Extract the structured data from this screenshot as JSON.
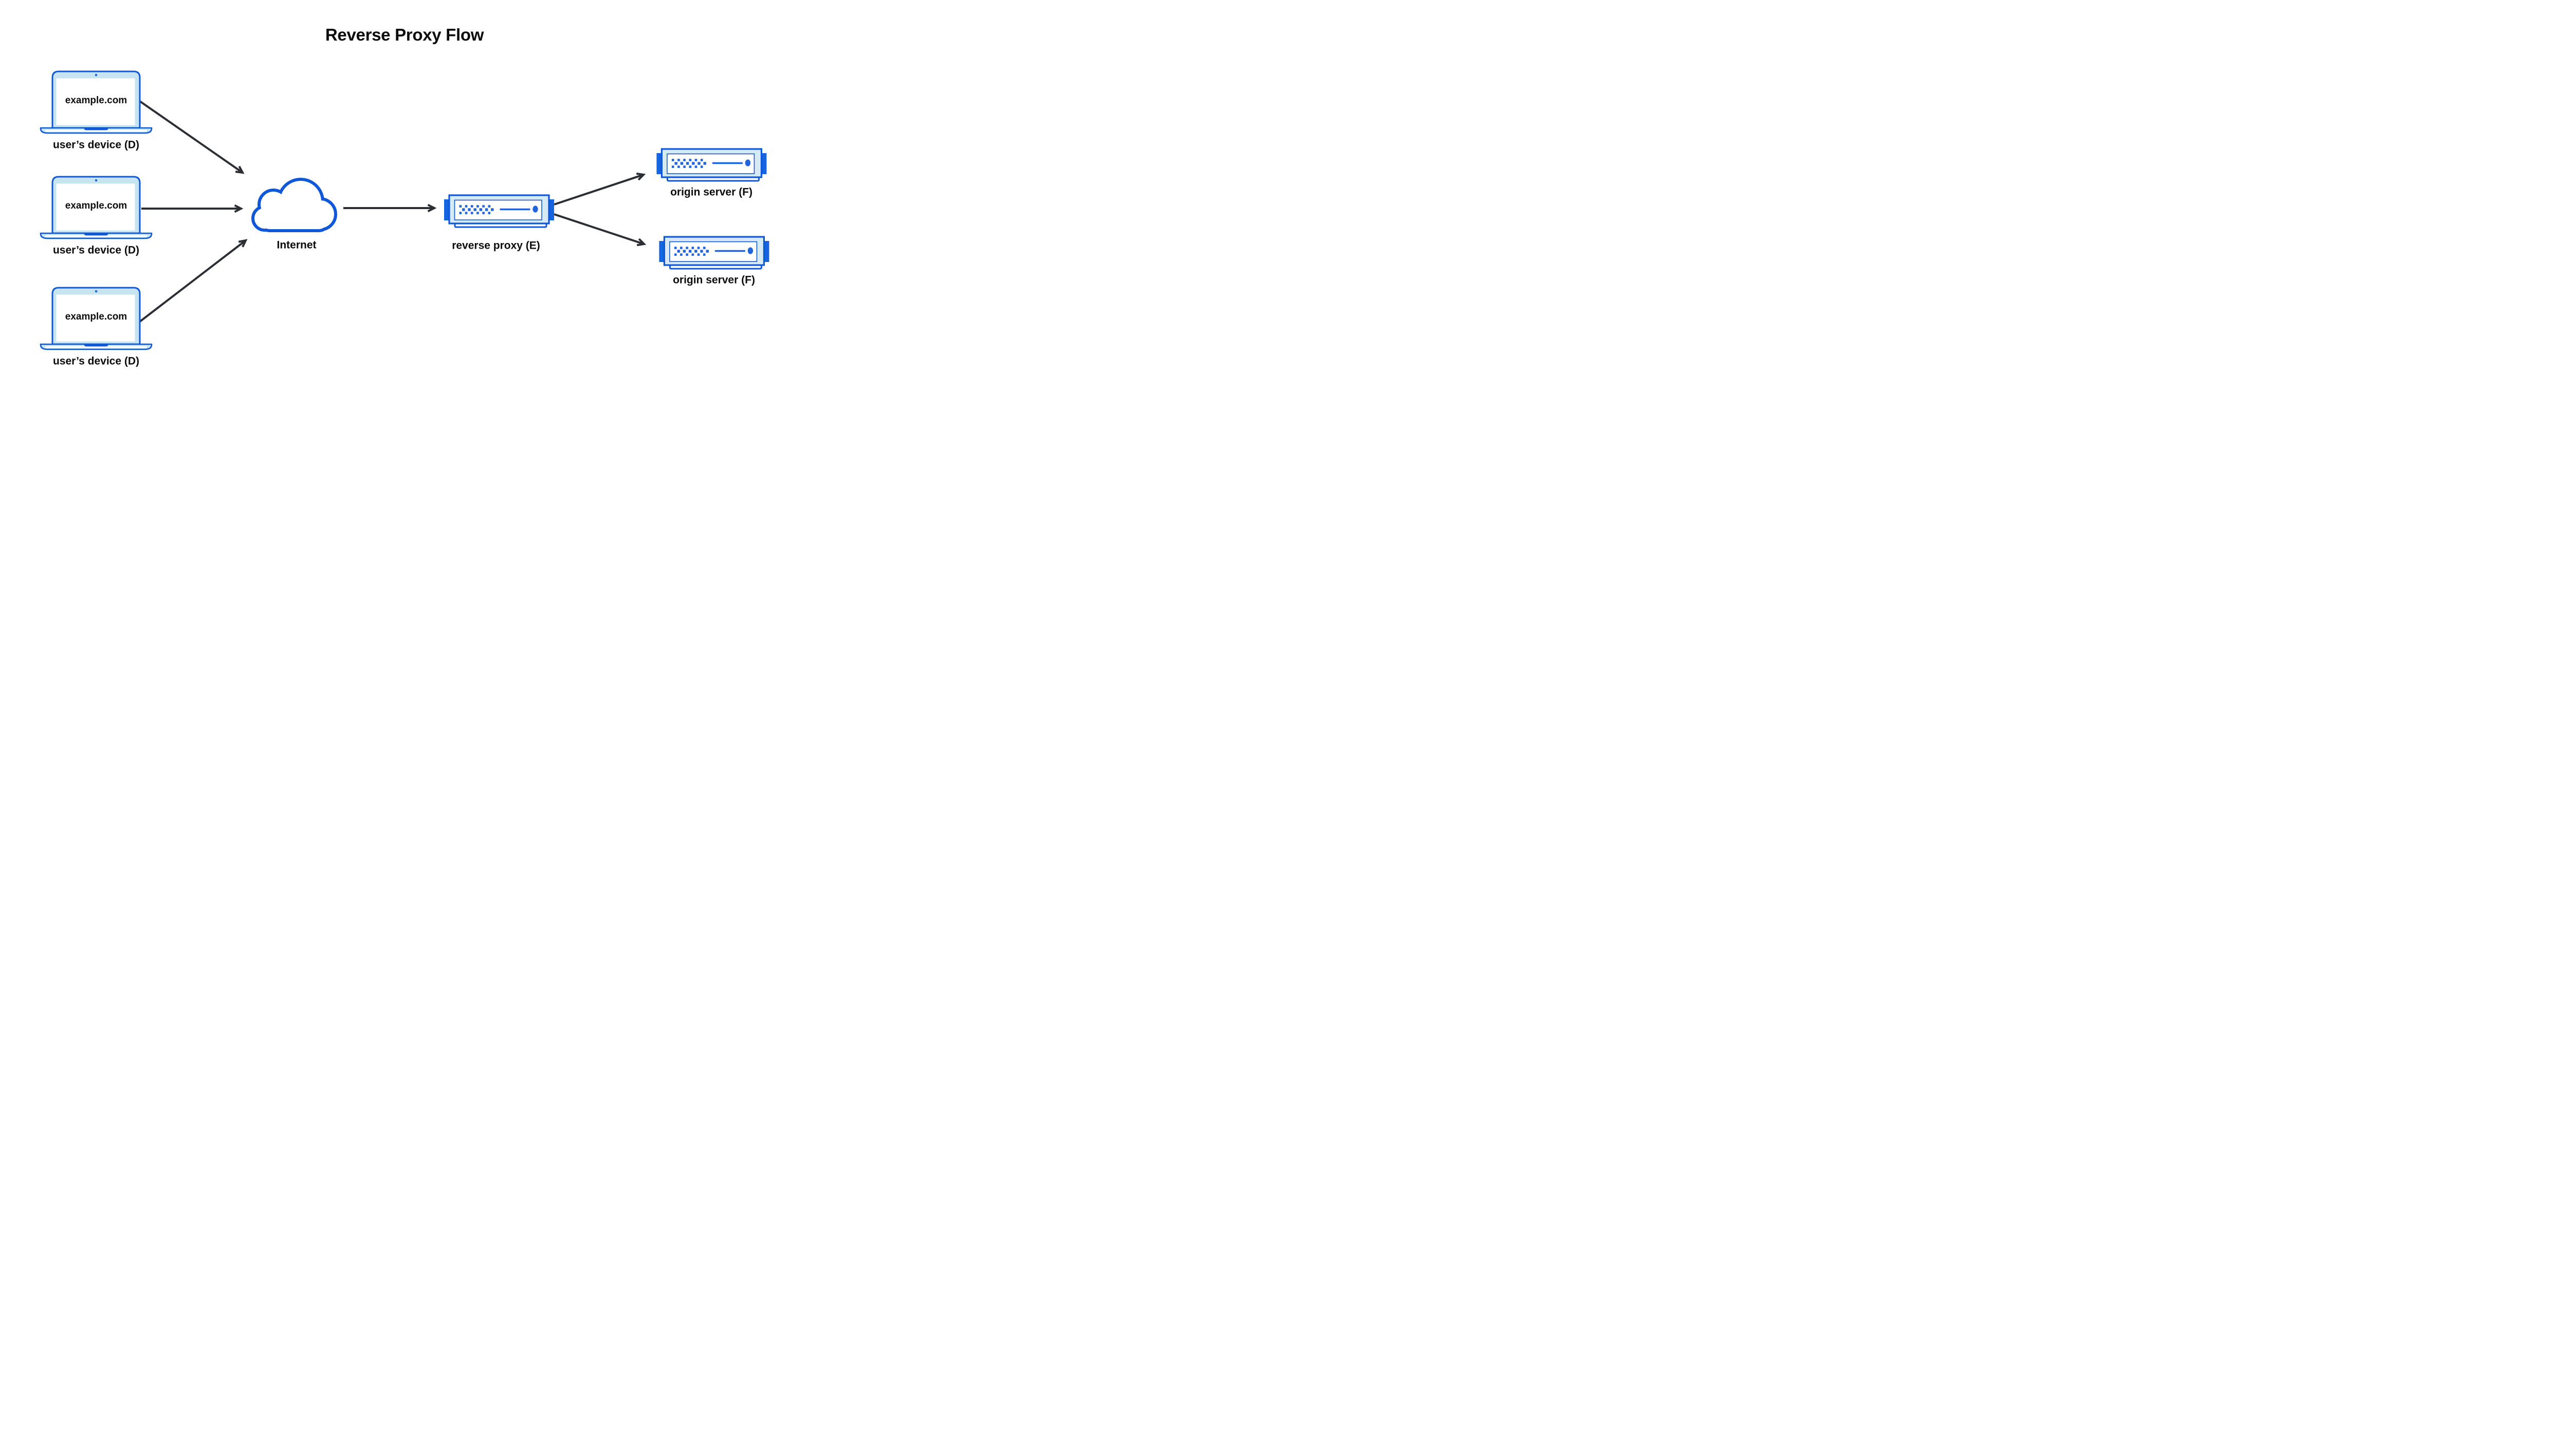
{
  "title": "Reverse Proxy Flow",
  "nodes": {
    "device1": {
      "label": "user’s device (D)",
      "screen_text": "example.com"
    },
    "device2": {
      "label": "user’s device (D)",
      "screen_text": "example.com"
    },
    "device3": {
      "label": "user’s device (D)",
      "screen_text": "example.com"
    },
    "internet": {
      "label": "Internet"
    },
    "reverse_proxy": {
      "label": "reverse proxy (E)"
    },
    "origin1": {
      "label": "origin server (F)"
    },
    "origin2": {
      "label": "origin server (F)"
    }
  },
  "edges": [
    {
      "from": "device1",
      "to": "internet"
    },
    {
      "from": "device2",
      "to": "internet"
    },
    {
      "from": "device3",
      "to": "internet"
    },
    {
      "from": "internet",
      "to": "reverse_proxy"
    },
    {
      "from": "reverse_proxy",
      "to": "origin1"
    },
    {
      "from": "reverse_proxy",
      "to": "origin2"
    }
  ],
  "colors": {
    "primary_blue": "#1158d8",
    "accent_blue": "#1565e0",
    "dot_blue": "#2164dc",
    "laptop_fill": "#c6e4f1",
    "server_fill": "#d6eaf4",
    "arrow": "#2b2e33",
    "text": "#0c0c0d",
    "background": "#ffffff"
  }
}
